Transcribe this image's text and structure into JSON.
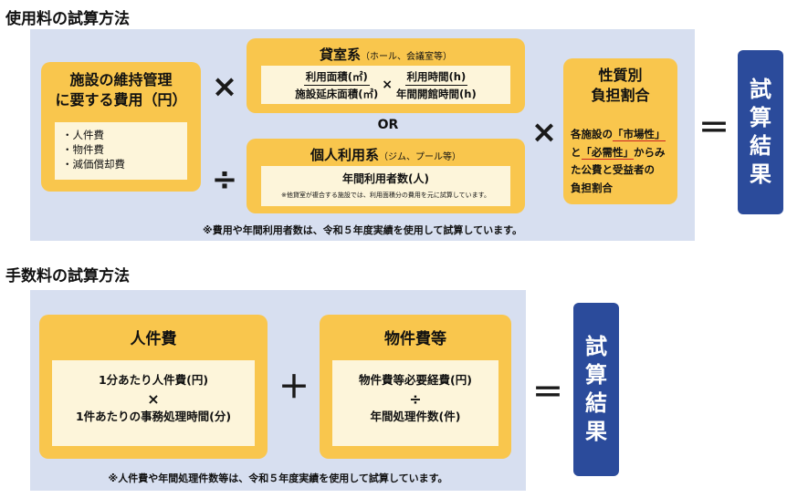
{
  "usage": {
    "title": "使用料の試算方法",
    "maintenance": {
      "heading_line1": "施設の維持管理",
      "heading_line2": "に要する費用（円）",
      "items": [
        "・人件費",
        "・物件費",
        "・減価償却費"
      ]
    },
    "times": "×",
    "divide": "÷",
    "or_label": "OR",
    "rental": {
      "heading": "貸室系",
      "heading_paren": "（ホール、会議室等）",
      "frac1_num": "利用面積(㎡)",
      "frac1_den": "施設延床面積(㎡)",
      "times": "×",
      "frac2_num": "利用時間(h)",
      "frac2_den": "年間開館時間(h)"
    },
    "personal": {
      "heading": "個人利用系",
      "heading_paren": "（ジム、プール等）",
      "line": "年間利用者数(人)",
      "note": "※他貸室が複合する施設では、利用面積分の費用を元に試算しています。"
    },
    "times2": "×",
    "burden": {
      "heading_line1": "性質別",
      "heading_line2": "負担割合",
      "text_a": "各施設の",
      "text_b": "「市場性」",
      "text_c": "と",
      "text_d": "「必需性」",
      "text_e": "からみ",
      "text_f": "た公費と受益者の",
      "text_g": "負担割合"
    },
    "equals": "＝",
    "result": [
      "試",
      "算",
      "結",
      "果"
    ],
    "footnote": "※費用や年間利用者数は、令和５年度実績を使用して試算しています。"
  },
  "fee": {
    "title": "手数料の試算方法",
    "personnel": {
      "heading": "人件費",
      "line1": "1分あたり人件費(円)",
      "times": "×",
      "line2": "1件あたりの事務処理時間(分)"
    },
    "plus": "＋",
    "goods": {
      "heading": "物件費等",
      "line1": "物件費等必要経費(円)",
      "divide": "÷",
      "line2": "年間処理件数(件)"
    },
    "equals": "＝",
    "result": [
      "試",
      "算",
      "結",
      "果"
    ],
    "footnote": "※人件費や年間処理件数等は、令和５年度実績を使用して試算しています。"
  },
  "colors": {
    "panel": "#d7dff0",
    "yellow": "#f9c64d",
    "cream": "#fdf5da",
    "result": "#2b4b9b"
  }
}
